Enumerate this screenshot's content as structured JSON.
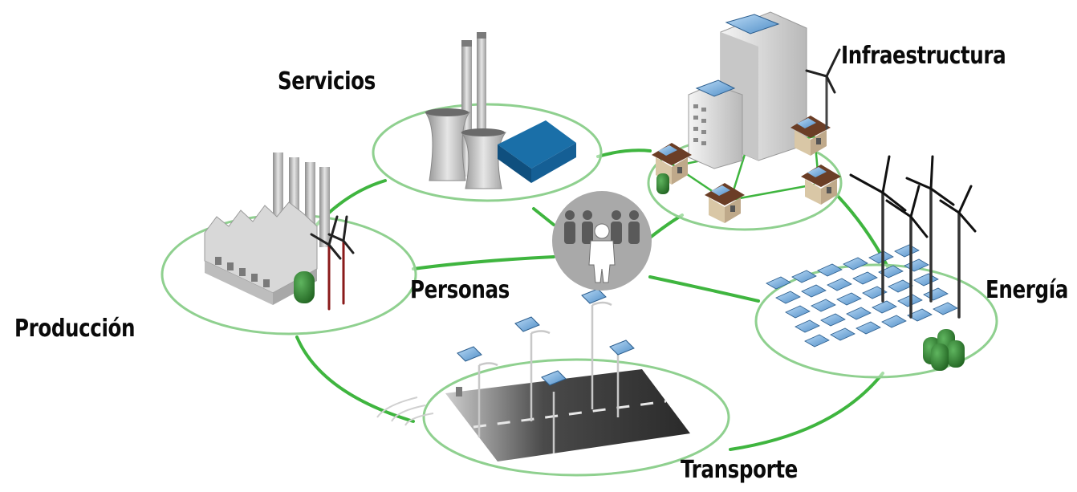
{
  "labels": {
    "servicios": "Servicios",
    "infraestructura": "Infraestructura",
    "personas": "Personas",
    "energia": "Energía",
    "produccion": "Producción",
    "transporte": "Transporte"
  },
  "colors": {
    "network_line": "#3fb53f",
    "circle_stroke": "#8fd08f",
    "label_text": "#0a0a0a",
    "people_disc": "#a9a9a9",
    "solar_panel": "#7fb2e0",
    "roof": "#6b3e26",
    "road": "#4a4a4a"
  },
  "icons": [
    "power-plant-icon",
    "buildings-icon",
    "factory-icon",
    "solar-farm-icon",
    "wind-turbine-icon",
    "road-streetlights-icon",
    "people-icon"
  ]
}
